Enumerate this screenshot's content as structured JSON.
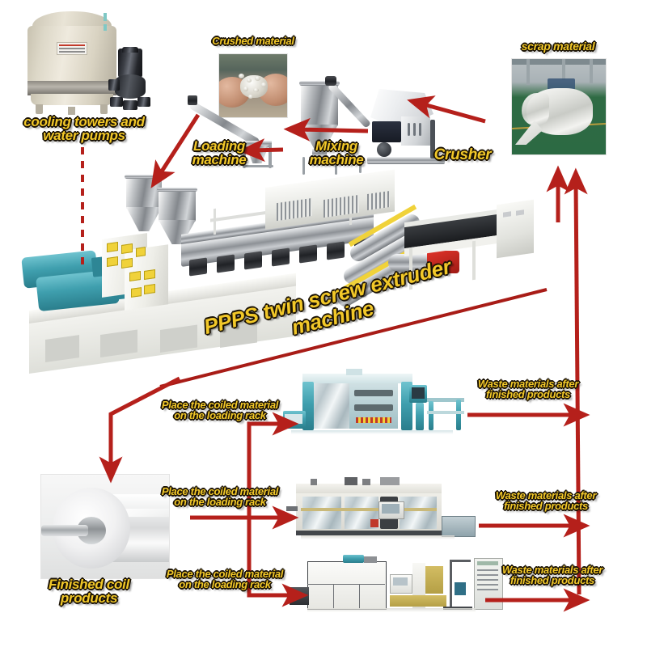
{
  "diagram": {
    "title": "PPPS twin screw extruder production line flow",
    "background": "#ffffff",
    "accent_arrow_color": "#b5201b",
    "caption_text_color": "#f2c829",
    "caption_outline_color": "#1a1205"
  },
  "captions": {
    "cooling": "cooling towers and\nwater pumps",
    "crushed": "Crushed material",
    "loading": "Loading\nmachine",
    "mixing": "Mixing\nmachine",
    "crusher": "Crusher",
    "scrap": "scrap material",
    "extruder": "PPPS twin screw extruder machine",
    "coil": "Finished coil products",
    "place1": "Place the coiled material\non the loading rack",
    "place2": "Place the coiled material\non the loading rack",
    "place3": "Place the coiled material\non the loading rack",
    "waste1": "Waste materials after\nfinished products",
    "waste2": "Waste materials after\nfinished products",
    "waste3": "Waste materials after\nfinished products"
  },
  "nodes": [
    {
      "id": "cooling-towers",
      "label": "cooling towers and water pumps",
      "kind": "equipment-photo"
    },
    {
      "id": "crushed-material",
      "label": "Crushed material",
      "kind": "material-photo"
    },
    {
      "id": "loading-machine",
      "label": "Loading machine",
      "kind": "equipment"
    },
    {
      "id": "mixing-machine",
      "label": "Mixing machine",
      "kind": "equipment"
    },
    {
      "id": "crusher",
      "label": "Crusher",
      "kind": "equipment"
    },
    {
      "id": "scrap-material",
      "label": "scrap material",
      "kind": "material-photo"
    },
    {
      "id": "extruder",
      "label": "PPPS twin screw extruder machine",
      "kind": "equipment"
    },
    {
      "id": "coil-products",
      "label": "Finished coil products",
      "kind": "product-photo"
    },
    {
      "id": "thermoformer-1",
      "label": "Thermoforming machine 1",
      "kind": "equipment"
    },
    {
      "id": "thermoformer-2",
      "label": "Thermoforming machine 2",
      "kind": "equipment"
    },
    {
      "id": "thermoformer-3",
      "label": "Thermoforming machine 3",
      "kind": "equipment"
    }
  ],
  "flows": [
    {
      "from": "crusher",
      "to": "scrap-material",
      "style": "solid-arrow"
    },
    {
      "from": "scrap-material",
      "to": "crusher",
      "style": "solid-arrow"
    },
    {
      "from": "crusher",
      "to": "mixing-machine",
      "style": "solid-arrow"
    },
    {
      "from": "mixing-machine",
      "to": "loading-machine",
      "style": "solid-arrow"
    },
    {
      "from": "loading-machine",
      "to": "extruder",
      "style": "solid-arrow"
    },
    {
      "from": "cooling-towers",
      "to": "extruder",
      "style": "dashed-line"
    },
    {
      "from": "extruder",
      "to": "coil-products",
      "style": "elbow-arrow"
    },
    {
      "from": "coil-products",
      "to": "thermoformer-1",
      "style": "elbow-arrow",
      "label": "Place the coiled material on the loading rack"
    },
    {
      "from": "coil-products",
      "to": "thermoformer-2",
      "style": "elbow-arrow",
      "label": "Place the coiled material on the loading rack"
    },
    {
      "from": "coil-products",
      "to": "thermoformer-3",
      "style": "elbow-arrow",
      "label": "Place the coiled material on the loading rack"
    },
    {
      "from": "thermoformer-1",
      "to": "scrap-material",
      "style": "elbow-arrow",
      "label": "Waste materials after finished products"
    },
    {
      "from": "thermoformer-2",
      "to": "scrap-material",
      "style": "elbow-arrow",
      "label": "Waste materials after finished products"
    },
    {
      "from": "thermoformer-3",
      "to": "scrap-material",
      "style": "elbow-arrow",
      "label": "Waste materials after finished products"
    }
  ]
}
